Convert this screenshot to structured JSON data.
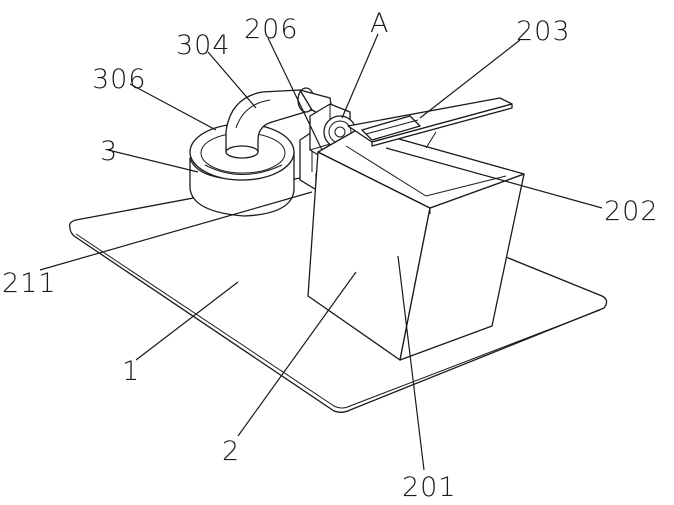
{
  "labels": {
    "part_1": "1",
    "part_2": "2",
    "part_3": "3",
    "part_201": "201",
    "part_202": "202",
    "part_203": "203",
    "part_206": "206",
    "part_211": "211",
    "part_304": "304",
    "part_306": "306",
    "detail_A": "A"
  }
}
